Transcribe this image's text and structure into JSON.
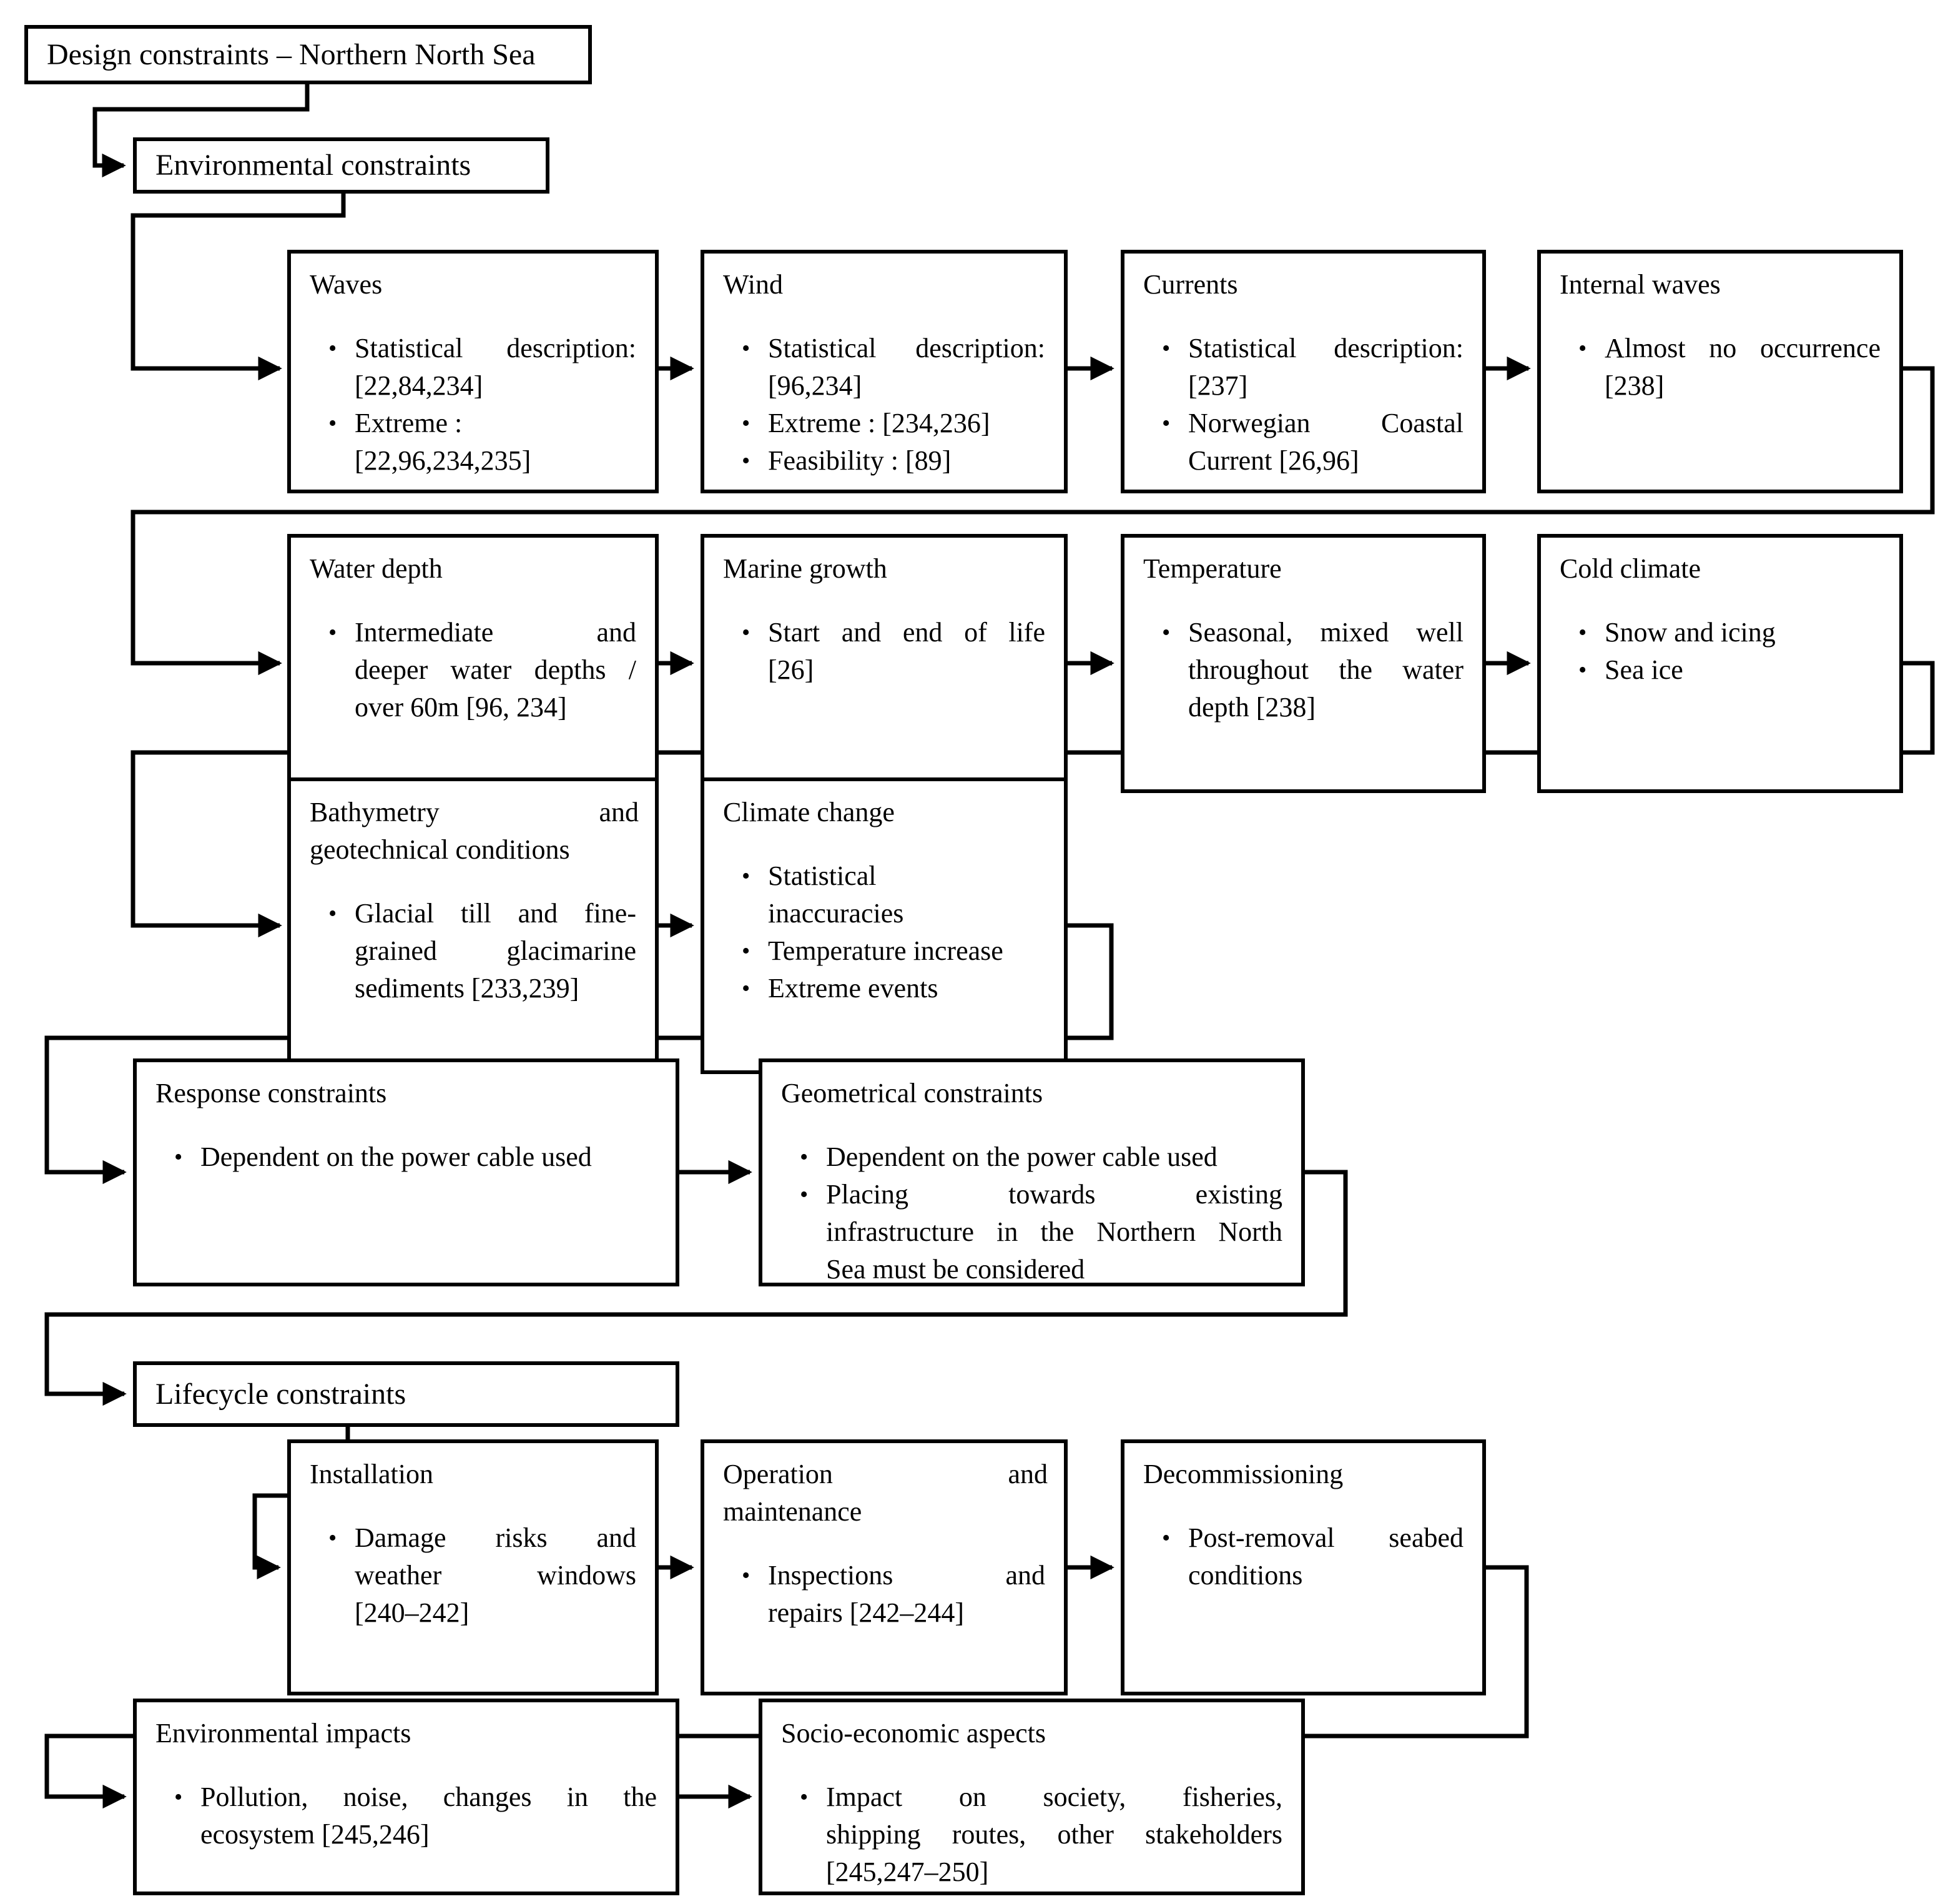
{
  "page": {
    "background_color": "#ffffff",
    "line_color": "#000000",
    "text_color": "#000000"
  },
  "boxes": {
    "title": {
      "label": "Design constraints – Northern North Sea"
    },
    "environmental": {
      "label": "Environmental constraints"
    },
    "lifecycle": {
      "label": "Lifecycle constraints"
    },
    "waves": {
      "title_lines": [
        {
          "t": "Waves",
          "j": false
        }
      ],
      "bullets": [
        {
          "lines": [
            {
              "t": "Statistical description:",
              "j": true
            },
            {
              "t": "[22,84,234]",
              "j": false
            }
          ]
        },
        {
          "lines": [
            {
              "t": "Extreme :",
              "j": false
            },
            {
              "t": "[22,96,234,235]",
              "j": false
            }
          ]
        }
      ]
    },
    "wind": {
      "title_lines": [
        {
          "t": "Wind",
          "j": false
        }
      ],
      "bullets": [
        {
          "lines": [
            {
              "t": "Statistical description:",
              "j": true
            },
            {
              "t": "[96,234]",
              "j": false
            }
          ]
        },
        {
          "lines": [
            {
              "t": "Extreme : [234,236]",
              "j": false
            }
          ]
        },
        {
          "lines": [
            {
              "t": "Feasibility : [89]",
              "j": false
            }
          ]
        }
      ]
    },
    "currents": {
      "title_lines": [
        {
          "t": "Currents",
          "j": false
        }
      ],
      "bullets": [
        {
          "lines": [
            {
              "t": "Statistical description:",
              "j": true
            },
            {
              "t": "[237]",
              "j": false
            }
          ]
        },
        {
          "lines": [
            {
              "t": "Norwegian Coastal",
              "j": true
            },
            {
              "t": "Current [26,96]",
              "j": false
            }
          ]
        }
      ]
    },
    "internal_waves": {
      "title_lines": [
        {
          "t": "Internal waves",
          "j": false
        }
      ],
      "bullets": [
        {
          "lines": [
            {
              "t": "Almost no occurrence",
              "j": true
            },
            {
              "t": "[238]",
              "j": false
            }
          ]
        }
      ]
    },
    "water_depth": {
      "title_lines": [
        {
          "t": "Water depth",
          "j": false
        }
      ],
      "bullets": [
        {
          "lines": [
            {
              "t": "Intermediate and",
              "j": true
            },
            {
              "t": "deeper water depths /",
              "j": true
            },
            {
              "t": "over 60m [96, 234]",
              "j": false
            }
          ]
        }
      ]
    },
    "marine_growth": {
      "title_lines": [
        {
          "t": "Marine growth",
          "j": false
        }
      ],
      "bullets": [
        {
          "lines": [
            {
              "t": "Start and end of life",
              "j": true
            },
            {
              "t": "[26]",
              "j": false
            }
          ]
        }
      ]
    },
    "temperature": {
      "title_lines": [
        {
          "t": "Temperature",
          "j": false
        }
      ],
      "bullets": [
        {
          "lines": [
            {
              "t": "Seasonal, mixed well",
              "j": true
            },
            {
              "t": "throughout the water",
              "j": true
            },
            {
              "t": "depth [238]",
              "j": false
            }
          ]
        }
      ]
    },
    "cold_climate": {
      "title_lines": [
        {
          "t": "Cold climate",
          "j": false
        }
      ],
      "bullets": [
        {
          "lines": [
            {
              "t": "Snow and icing",
              "j": false
            }
          ]
        },
        {
          "lines": [
            {
              "t": "Sea ice",
              "j": false
            }
          ]
        }
      ]
    },
    "bathymetry": {
      "title_lines": [
        {
          "t": "Bathymetry and",
          "j": true
        },
        {
          "t": "geotechnical conditions",
          "j": false
        }
      ],
      "bullets": [
        {
          "lines": [
            {
              "t": "Glacial till and fine-",
              "j": true
            },
            {
              "t": "grained glacimarine",
              "j": true
            },
            {
              "t": "sediments [233,239]",
              "j": false
            }
          ]
        }
      ]
    },
    "climate_change": {
      "title_lines": [
        {
          "t": "Climate change",
          "j": false
        }
      ],
      "bullets": [
        {
          "lines": [
            {
              "t": "Statistical",
              "j": false
            },
            {
              "t": "inaccuracies",
              "j": false
            }
          ]
        },
        {
          "lines": [
            {
              "t": "Temperature increase",
              "j": false
            }
          ]
        },
        {
          "lines": [
            {
              "t": "Extreme events",
              "j": false
            }
          ]
        }
      ]
    },
    "response": {
      "title_lines": [
        {
          "t": "Response constraints",
          "j": false
        }
      ],
      "bullets": [
        {
          "lines": [
            {
              "t": "Dependent on the power cable used",
              "j": false
            }
          ]
        }
      ]
    },
    "geometrical": {
      "title_lines": [
        {
          "t": "Geometrical constraints",
          "j": false
        }
      ],
      "bullets": [
        {
          "lines": [
            {
              "t": "Dependent on the power cable used",
              "j": false
            }
          ]
        },
        {
          "lines": [
            {
              "t": "Placing towards existing",
              "j": true
            },
            {
              "t": "infrastructure in the Northern North",
              "j": true
            },
            {
              "t": "Sea must be considered",
              "j": false
            }
          ]
        }
      ]
    },
    "installation": {
      "title_lines": [
        {
          "t": "Installation",
          "j": false
        }
      ],
      "bullets": [
        {
          "lines": [
            {
              "t": "Damage risks and",
              "j": true
            },
            {
              "t": "weather windows",
              "j": true
            },
            {
              "t": "[240–242]",
              "j": false
            }
          ]
        }
      ]
    },
    "operation": {
      "title_lines": [
        {
          "t": "Operation and",
          "j": true
        },
        {
          "t": "maintenance",
          "j": false
        }
      ],
      "bullets": [
        {
          "lines": [
            {
              "t": "Inspections and",
              "j": true
            },
            {
              "t": "repairs [242–244]",
              "j": false
            }
          ]
        }
      ]
    },
    "decommissioning": {
      "title_lines": [
        {
          "t": "Decommissioning",
          "j": false
        }
      ],
      "bullets": [
        {
          "lines": [
            {
              "t": "Post-removal seabed",
              "j": true
            },
            {
              "t": "conditions",
              "j": false
            }
          ]
        }
      ]
    },
    "env_impacts": {
      "title_lines": [
        {
          "t": "Environmental impacts",
          "j": false
        }
      ],
      "bullets": [
        {
          "lines": [
            {
              "t": "Pollution, noise, changes in the",
              "j": true
            },
            {
              "t": "ecosystem [245,246]",
              "j": false
            }
          ]
        }
      ]
    },
    "socio_economic": {
      "title_lines": [
        {
          "t": "Socio-economic aspects",
          "j": false
        }
      ],
      "bullets": [
        {
          "lines": [
            {
              "t": "Impact on society, fisheries,",
              "j": true
            },
            {
              "t": "shipping routes, other stakeholders",
              "j": true
            },
            {
              "t": "[245,247–250]",
              "j": false
            }
          ]
        }
      ]
    },
    "bullet_glyph": "•"
  }
}
